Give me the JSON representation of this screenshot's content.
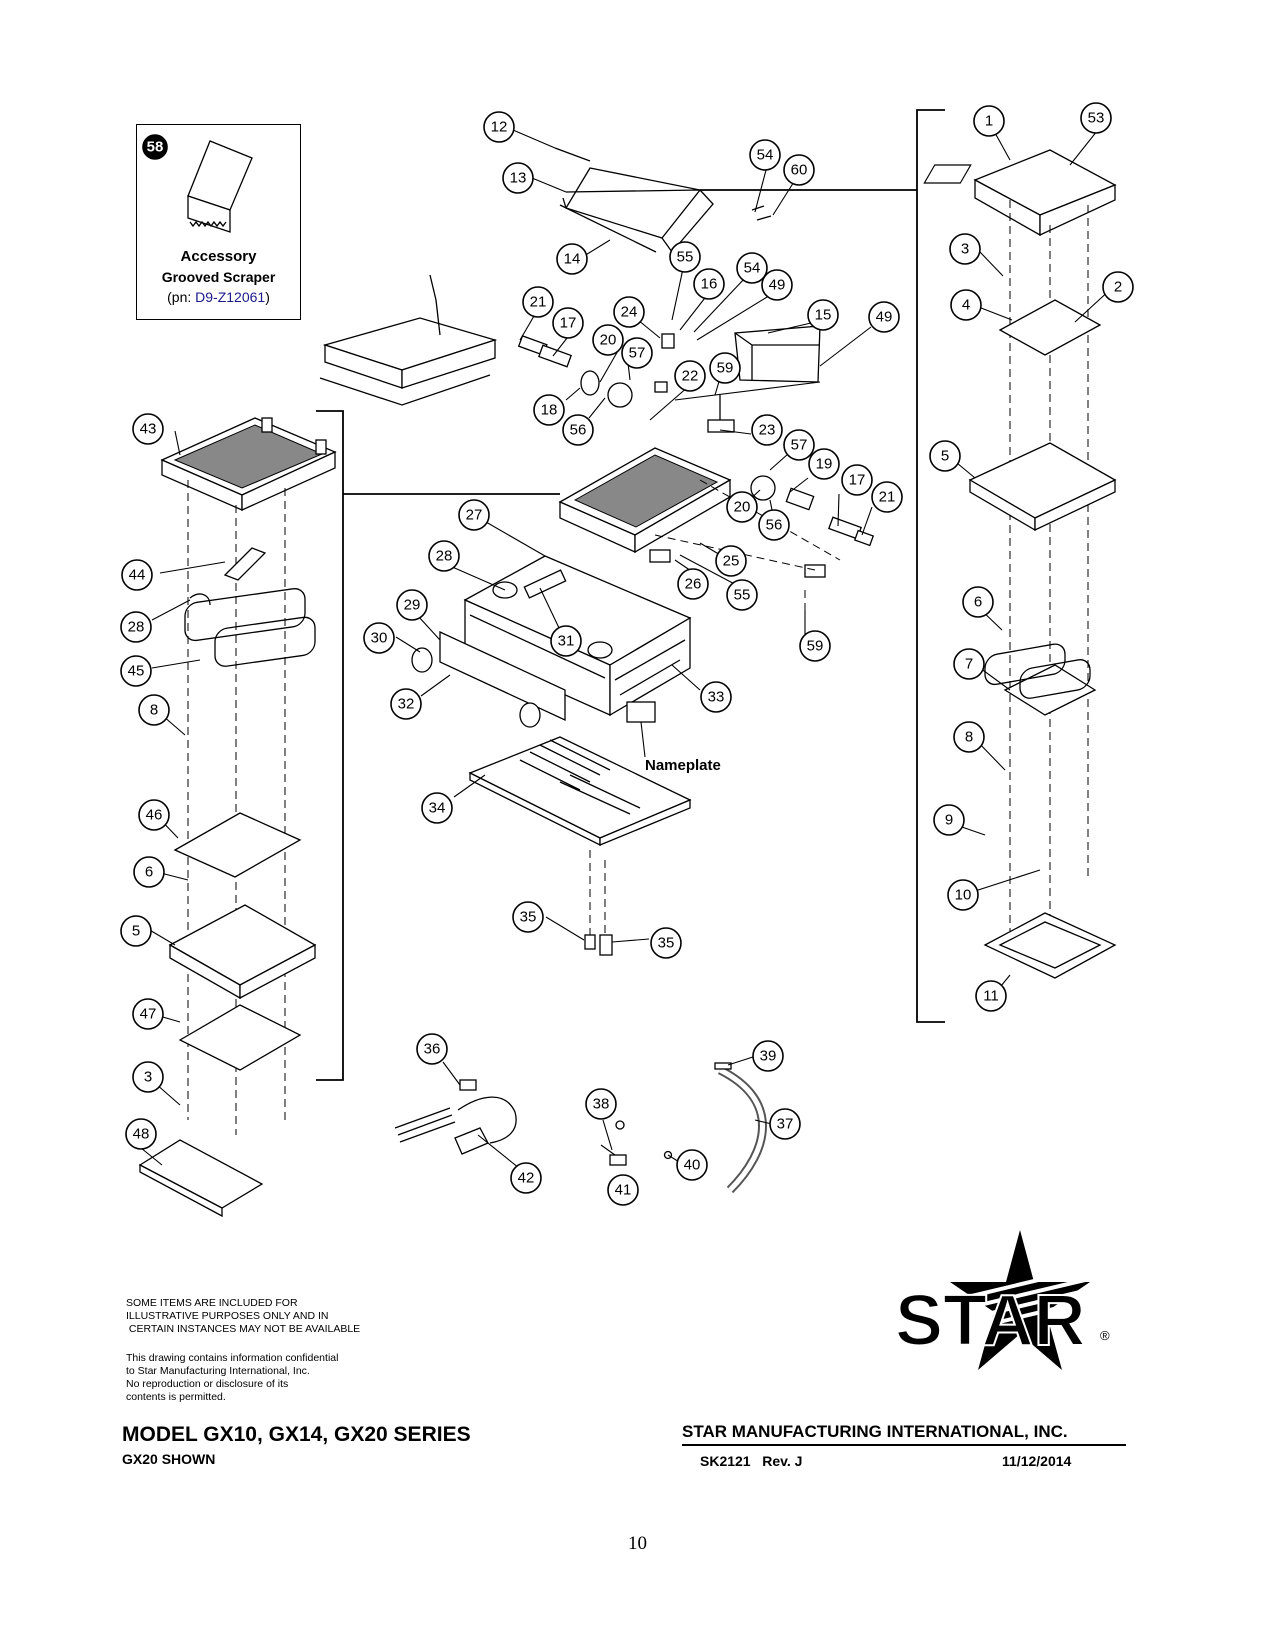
{
  "accessory": {
    "callout": "58",
    "title": "Accessory",
    "subtitle": "Grooved Scraper",
    "pn_prefix": "(pn: ",
    "pn_value": "D9-Z12061",
    "pn_suffix": ")"
  },
  "nameplate_label": "Nameplate",
  "notes": {
    "included": [
      "SOME ITEMS ARE INCLUDED FOR",
      "ILLUSTRATIVE PURPOSES ONLY AND IN",
      " CERTAIN INSTANCES MAY NOT BE AVAILABLE"
    ],
    "confidential": [
      "This drawing contains information confidential",
      "to Star Manufacturing International, Inc.",
      "No reproduction or disclosure of its",
      "contents is permitted."
    ]
  },
  "title_block": {
    "model": "MODEL GX10, GX14, GX20 SERIES",
    "shown": "GX20 SHOWN",
    "company": "STAR MANUFACTURING INTERNATIONAL, INC.",
    "document": "SK2121   Rev. J",
    "date": "11/12/2014"
  },
  "logo": {
    "text": "STAR",
    "registered": "®"
  },
  "page_number": "10",
  "callouts": {
    "c1": "1",
    "c2": "2",
    "c3": "3",
    "c4": "4",
    "c5": "5",
    "c6": "6",
    "c7": "7",
    "c8": "8",
    "c9": "9",
    "c10": "10",
    "c11": "11",
    "c12": "12",
    "c13": "13",
    "c14": "14",
    "c15": "15",
    "c16": "16",
    "c17": "17",
    "c18": "18",
    "c19": "19",
    "c20": "20",
    "c21": "21",
    "c22": "22",
    "c23": "23",
    "c24": "24",
    "c25": "25",
    "c26": "26",
    "c27": "27",
    "c28": "28",
    "c29": "29",
    "c30": "30",
    "c31": "31",
    "c32": "32",
    "c33": "33",
    "c34": "34",
    "c35": "35",
    "c36": "36",
    "c37": "37",
    "c38": "38",
    "c39": "39",
    "c40": "40",
    "c41": "41",
    "c42": "42",
    "c43": "43",
    "c44": "44",
    "c45": "45",
    "c46": "46",
    "c47": "47",
    "c48": "48",
    "c49": "49",
    "c53": "53",
    "c54": "54",
    "c55": "55",
    "c56": "56",
    "c57": "57",
    "c59": "59",
    "c60": "60"
  }
}
